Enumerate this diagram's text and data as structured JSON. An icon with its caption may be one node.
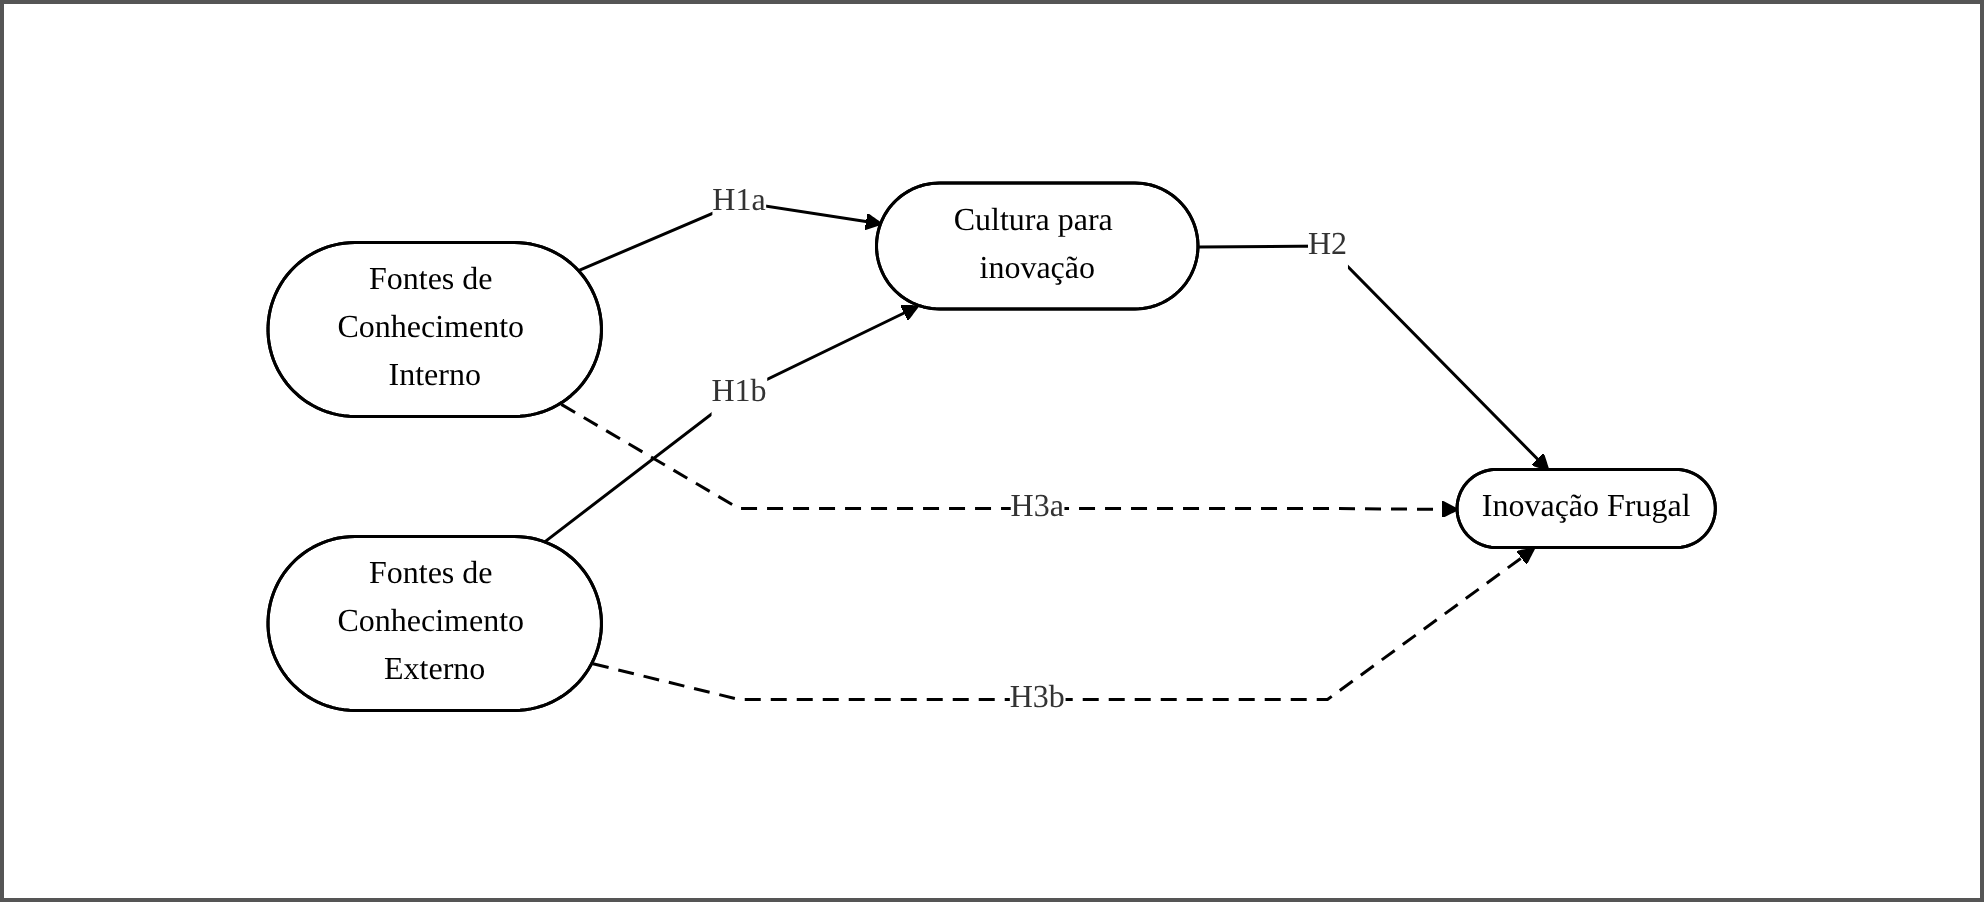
{
  "diagram": {
    "nodes": [
      {
        "text": [
          "Fontes de Conhecimento Interno"
        ]
      },
      {
        "text": [
          "Fontes de Conhecimento Externo"
        ]
      },
      {
        "text": [
          "Cultura para inovação"
        ]
      },
      {
        "text": [
          "Inovação Frugal"
        ]
      }
    ],
    "edges": [
      {
        "from": 0,
        "to": 2,
        "arrow": "to",
        "label": "H1a"
      },
      {
        "from": 1,
        "to": 2,
        "arrow": "to",
        "label": "H1b"
      },
      {
        "from": 2,
        "to": 3,
        "arrow": "to",
        "label": "H2"
      },
      {
        "from": 0,
        "to": 3,
        "arrow": "to",
        "label": "H3a",
        "style": "dashed"
      },
      {
        "from": 1,
        "to": 3,
        "arrow": "to",
        "label": "H3b",
        "style": "dashed"
      }
    ]
  }
}
